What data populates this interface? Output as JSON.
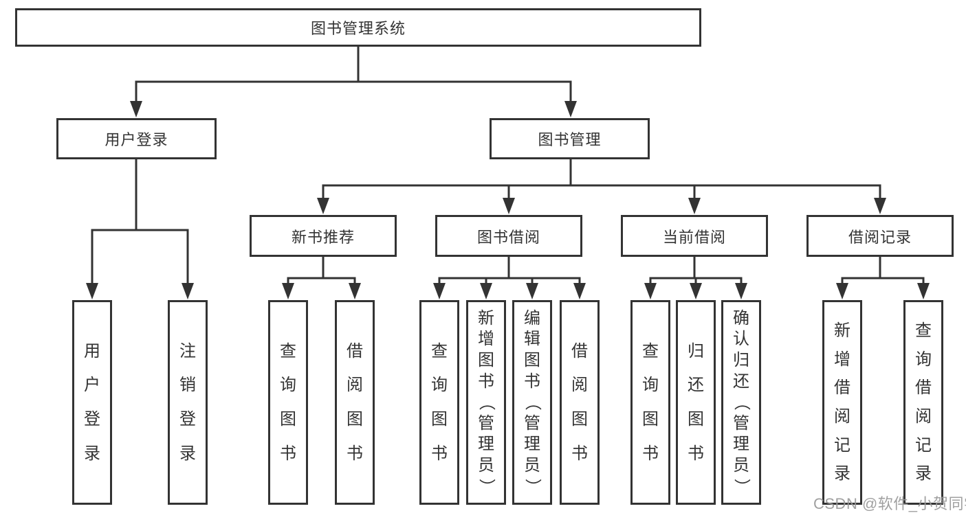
{
  "diagram": {
    "title": "图书管理系统",
    "branches": [
      {
        "label": "用户登录",
        "children": [
          {
            "label": "用户登录"
          },
          {
            "label": "注销登录"
          }
        ]
      },
      {
        "label": "图书管理",
        "sections": [
          {
            "label": "新书推荐",
            "children": [
              {
                "label": "查询图书"
              },
              {
                "label": "借阅图书"
              }
            ]
          },
          {
            "label": "图书借阅",
            "children": [
              {
                "label": "查询图书"
              },
              {
                "label": "新增图书（管理员）"
              },
              {
                "label": "编辑图书（管理员）"
              },
              {
                "label": "借阅图书"
              }
            ]
          },
          {
            "label": "当前借阅",
            "children": [
              {
                "label": "查询图书"
              },
              {
                "label": "归还图书"
              },
              {
                "label": "确认归还（管理员）"
              }
            ]
          },
          {
            "label": "借阅记录",
            "children": [
              {
                "label": "新增借阅记录"
              },
              {
                "label": "查询借阅记录"
              }
            ]
          }
        ]
      }
    ]
  },
  "watermark": "CSDN @软件_小贺同学",
  "colors": {
    "line": "#333333",
    "text": "#333333",
    "watermark": "#989898",
    "background": "#ffffff"
  }
}
